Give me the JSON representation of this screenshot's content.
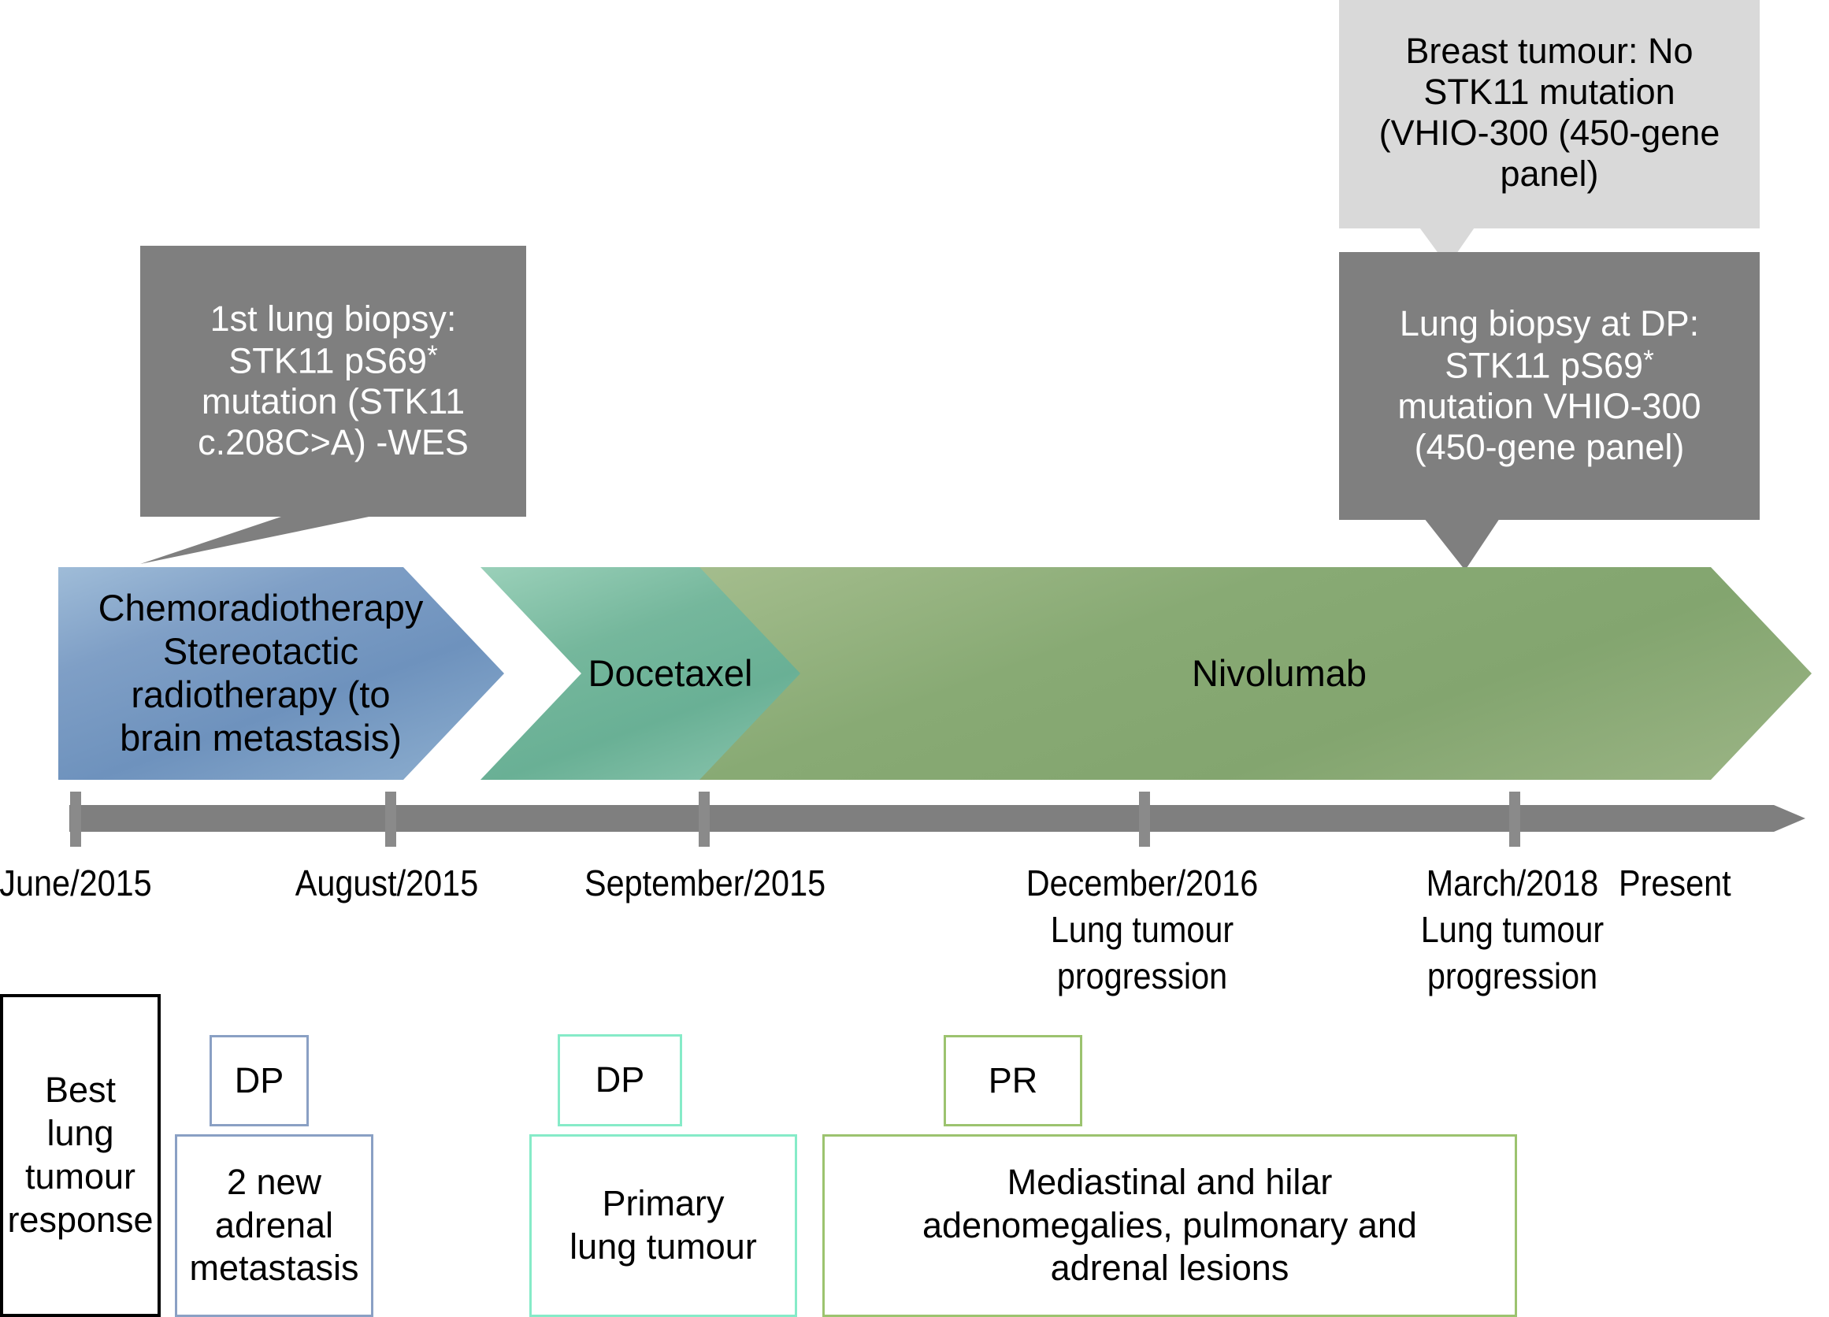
{
  "callouts": {
    "biopsy1": {
      "line1": "1st lung biopsy:",
      "line2_pre": "STK11 pS69",
      "line2_sup": "*",
      "line3": "mutation (STK11",
      "line4": "c.208C>A) -WES",
      "color": "#7f7f7f",
      "text_color": "#ffffff"
    },
    "breast": {
      "line1": "Breast tumour: No",
      "line2": "STK11 mutation",
      "line3": "(VHIO-300 (450-gene",
      "line4": "panel)",
      "color": "#d9d9d9",
      "text_color": "#000000"
    },
    "biopsy2": {
      "line1": "Lung biopsy at DP:",
      "line2_pre": "STK11 pS69",
      "line2_sup": "*",
      "line3": "mutation VHIO-300",
      "line4": "(450-gene panel)",
      "color": "#7f7f7f",
      "text_color": "#ffffff"
    }
  },
  "treatments": [
    {
      "label_line1": "Chemoradiotherapy",
      "label_line2": "Stereotactic",
      "label_line3": "radiotherapy (to",
      "label_line4": "brain metastasis)",
      "color": "#7094c0"
    },
    {
      "label": "Docetaxel",
      "color": "#74b79d"
    },
    {
      "label": "Nivolumab",
      "color": "#88aa74"
    }
  ],
  "axis": {
    "color": "#7f7f7f",
    "ticks": [
      {
        "date": "June/2015",
        "note1": "",
        "note2": ""
      },
      {
        "date": "August/2015",
        "note1": "",
        "note2": ""
      },
      {
        "date": "September/2015",
        "note1": "",
        "note2": ""
      },
      {
        "date": "December/2016",
        "note1": "Lung tumour",
        "note2": "progression"
      },
      {
        "date": "March/2018",
        "note1": "Lung tumour",
        "note2": "progression"
      },
      {
        "date": "Present",
        "note1": "",
        "note2": ""
      }
    ]
  },
  "response": {
    "legend_line1": "Best lung",
    "legend_line2": "tumour",
    "legend_line3": "response",
    "items": [
      {
        "code": "DP",
        "desc_line1": "2 new",
        "desc_line2": "adrenal",
        "desc_line3": "metastasis",
        "color": "#8aa0c4"
      },
      {
        "code": "DP",
        "desc_line1": "Primary",
        "desc_line2": "lung tumour",
        "desc_line3": "",
        "color": "#86ebc8"
      },
      {
        "code": "PR",
        "desc_line1": "Mediastinal and hilar",
        "desc_line2": "adenomegalies, pulmonary and",
        "desc_line3": "adrenal lesions",
        "color": "#9cc36f"
      }
    ]
  }
}
